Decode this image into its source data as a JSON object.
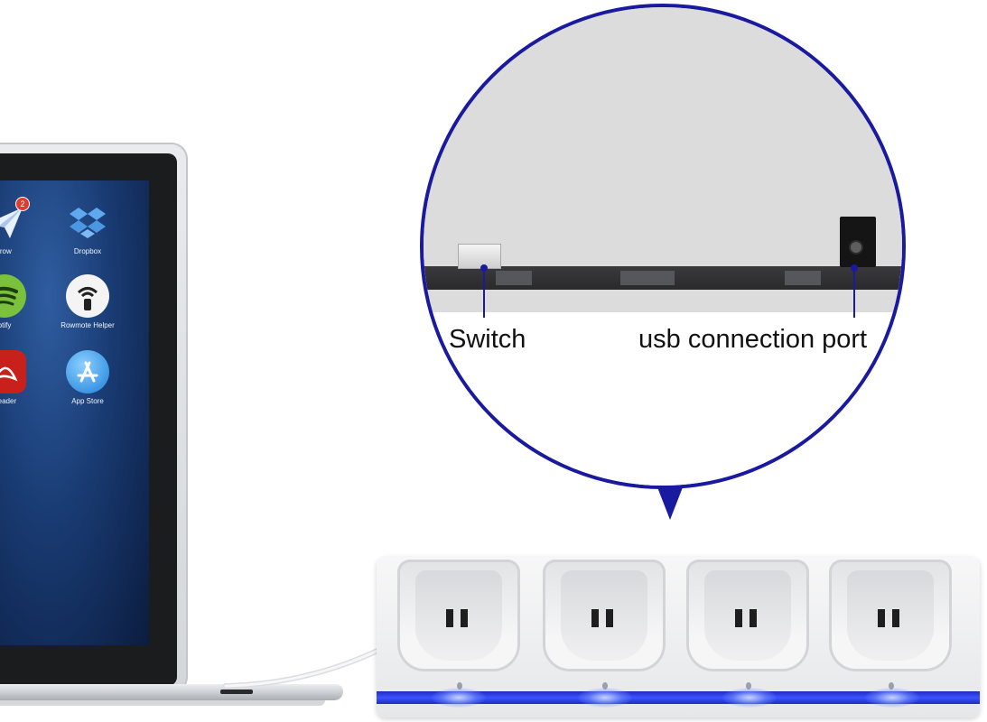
{
  "laptop": {
    "apps": [
      {
        "label": "rrow",
        "icon": "paper-plane-icon",
        "badge": "2"
      },
      {
        "label": "Dropbox",
        "icon": "dropbox-icon"
      },
      {
        "label": "otify",
        "icon": "spotify-icon"
      },
      {
        "label": "Rowmote Helper",
        "icon": "rowmote-icon"
      },
      {
        "label": "Reader",
        "icon": "acrobat-reader-icon"
      },
      {
        "label": "App Store",
        "icon": "app-store-icon"
      }
    ]
  },
  "callouts": {
    "switch": "Switch",
    "usb_port": "usb connection port"
  },
  "colors": {
    "accent_blue": "#1a1aa0",
    "led_blue": "#3b52ff",
    "screen_blue": "#193b73"
  },
  "dock": {
    "slot_count": 4
  }
}
